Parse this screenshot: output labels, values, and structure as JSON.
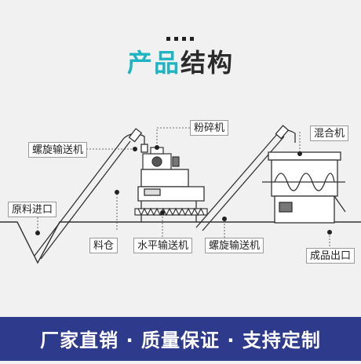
{
  "header": {
    "title_part1": "产品",
    "title_part2": "结构"
  },
  "labels": {
    "crusher": "粉碎机",
    "screw_conveyor_left": "螺旋输送机",
    "raw_inlet": "原料进口",
    "silo": "料仓",
    "horizontal_conveyor": "水平输送机",
    "screw_conveyor_right": "螺旋输送机",
    "mixer": "混合机",
    "product_outlet": "成品出口"
  },
  "footer": {
    "slogan": "厂家直销 · 质量保证 · 支持定制"
  },
  "colors": {
    "accent": "#1fb4c2",
    "footer_bg": "#2e3a8c",
    "line": "#333333"
  }
}
